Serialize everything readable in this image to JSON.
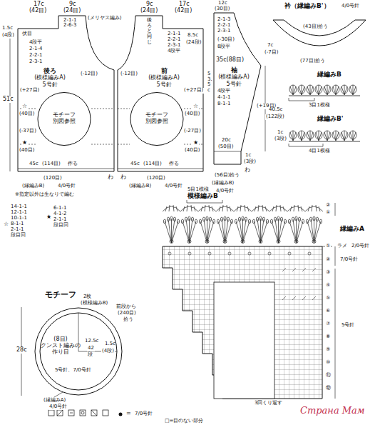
{
  "diagram": {
    "nodes": [
      {
        "text": [
          "後ろ",
          "(模様編みA)",
          "5号針"
        ]
      },
      {
        "text": [
          "モチーフ",
          "別図参照"
        ],
        "in": 0
      },
      {
        "text": [
          "前",
          "(模様編みA)",
          "5号針"
        ]
      },
      {
        "text": [
          "モチーフ",
          "別図参照"
        ],
        "in": 2
      },
      {
        "text": [
          "袖",
          "(模様編みA)",
          "5号針"
        ]
      },
      {
        "text": [
          "(8目)",
          "クンスト編みの作り目"
        ]
      }
    ],
    "labels": [
      "17c",
      "(42目)",
      "9c",
      "(24目)",
      "(メリヤス編み)",
      "1.5c",
      "(4段)",
      "伏目",
      "2-1-1",
      "2-6-3",
      "4段平",
      "2-1-4",
      "2-2-1",
      "2-3-1",
      "(-12目)",
      "51c",
      "(+27目)",
      "☆",
      "(40目)",
      "(-37目)",
      "★",
      "(40目)",
      "45c",
      "(114目)",
      "作る",
      "わ",
      "(120目)",
      "(縁編みB)",
      "4/0号針",
      "※指定以外は生なりで編む",
      "9c",
      "(24目)",
      "17c",
      "(42目)",
      "後ろと同じ",
      "2-1-1",
      "2-2-1",
      "2-3-1",
      "4段平",
      "8.5c",
      "(24段)",
      "(-12目)",
      "(+27目)",
      "☆",
      "(40目)",
      "(-27目)",
      "★",
      "(40目)",
      "45c",
      "(114目)",
      "作る",
      "わ",
      "(120目)",
      "(縁編みB)",
      "4/0号針",
      "12c",
      "(30目)",
      "2-1-3",
      "2-2-1",
      "2-3-1",
      "(-30目)",
      "8段平",
      "7c",
      "(-7目)",
      "35c(88目)",
      "4段平",
      "4-1-1",
      "8-1-1",
      "(+19目)",
      "53.5c",
      "40.5c",
      "(122段)",
      "20c",
      "(50目)",
      "1c",
      "(3段)",
      "わ",
      "(56目)拾う",
      "(縁編みB)",
      "4/0号針",
      "衿（縁編みB'）",
      "4/0号針",
      "(43目)拾う",
      "(77目)拾う",
      "縁編みB",
      "3目1模様",
      "縁編みB'",
      "4目1模様",
      "1c",
      "(3段)",
      "☆",
      "14-1-1",
      "12-1-1",
      "10-1-1",
      "8-1-1",
      "2-1-1",
      "段目回",
      "★",
      "6-1-1",
      "4-1-2",
      "2-1-1",
      "段目回",
      "モチーフ",
      "2枚",
      "(模様編みB)",
      "前段から",
      "(240目)",
      "拾う",
      "28c",
      "12.5c",
      "42",
      "段",
      "1.5c",
      "(4段)",
      "5号針、7/0号針",
      "(縁編みA)",
      "4/0号針",
      "5目1模様",
      "模様編みB",
      "②",
      "①",
      "縁編みA",
      "①",
      "②",
      "③",
      "④",
      "⑤",
      "⑥",
      "⑦",
      "⑧",
      "⑨",
      "⑩",
      "⑪",
      "⑫",
      "ラメ",
      "2/0号針",
      "7/0号針",
      "5号針",
      "3回くり返す",
      "=",
      "7/0号針",
      "□=目のない部分",
      "Страна Мам"
    ]
  }
}
